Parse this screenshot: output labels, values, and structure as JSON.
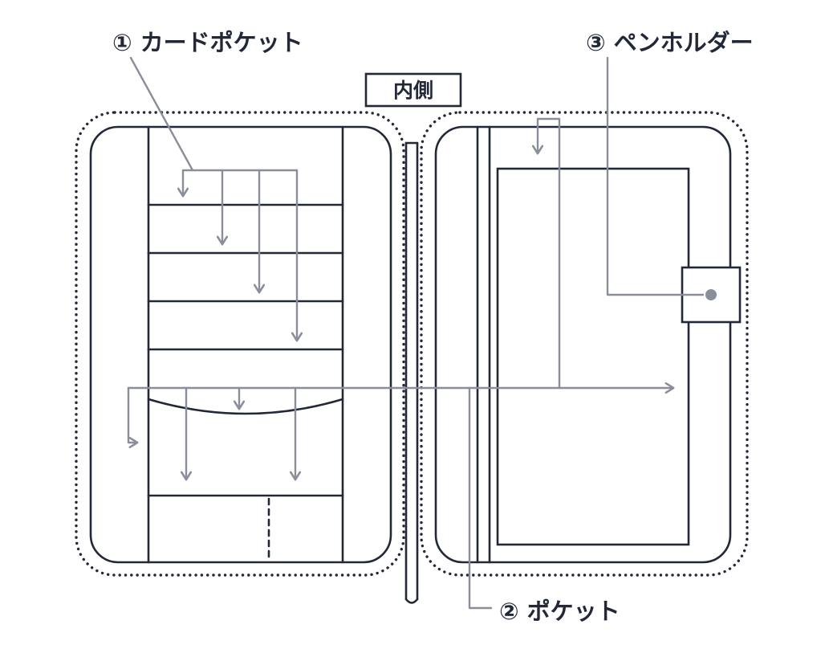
{
  "diagram": {
    "center_label": "内側",
    "callouts": [
      {
        "id": "1",
        "label": "① カードポケット"
      },
      {
        "id": "2",
        "label": "② ポケット"
      },
      {
        "id": "3",
        "label": "③ ペンホルダー"
      }
    ],
    "colors": {
      "outline": "#232839",
      "callout_line": "#8a8e9b",
      "pocket_fill": "#d9dce0",
      "background": "#ffffff"
    }
  }
}
